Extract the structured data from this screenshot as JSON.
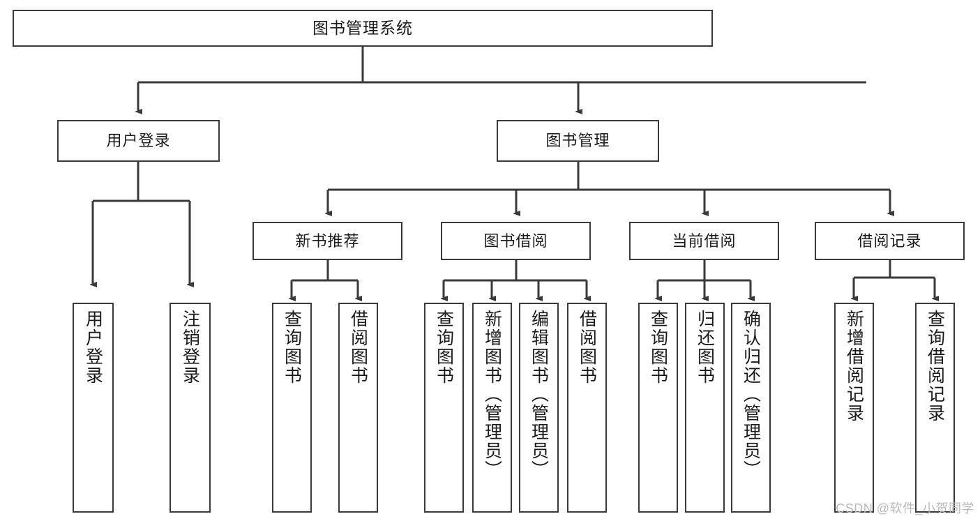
{
  "diagram": {
    "title": "图书管理系统",
    "type": "tree-hierarchy",
    "root": {
      "label": "图书管理系统"
    },
    "level2": [
      {
        "label": "用户登录"
      },
      {
        "label": "图书管理"
      }
    ],
    "level3": [
      {
        "label": "新书推荐"
      },
      {
        "label": "图书借阅"
      },
      {
        "label": "当前借阅"
      },
      {
        "label": "借阅记录"
      }
    ],
    "leaves": {
      "user_login": [
        {
          "label": "用户登录"
        },
        {
          "label": "注销登录"
        }
      ],
      "new_book_recommend": [
        {
          "label": "查询图书"
        },
        {
          "label": "借阅图书"
        }
      ],
      "book_borrow": [
        {
          "label": "查询图书"
        },
        {
          "label": "新增图书（管理员）"
        },
        {
          "label": "编辑图书（管理员）"
        },
        {
          "label": "借阅图书"
        }
      ],
      "current_borrow": [
        {
          "label": "查询图书"
        },
        {
          "label": "归还图书"
        },
        {
          "label": "确认归还（管理员）"
        }
      ],
      "borrow_record": [
        {
          "label": "新增借阅记录"
        },
        {
          "label": "查询借阅记录"
        }
      ]
    }
  },
  "watermark": {
    "text": "CSDN @软件_小贺同学"
  },
  "colors": {
    "stroke": "#3a3a3a",
    "background": "#ffffff",
    "text": "#1a1a1a",
    "watermark": "#b9b9b9"
  }
}
